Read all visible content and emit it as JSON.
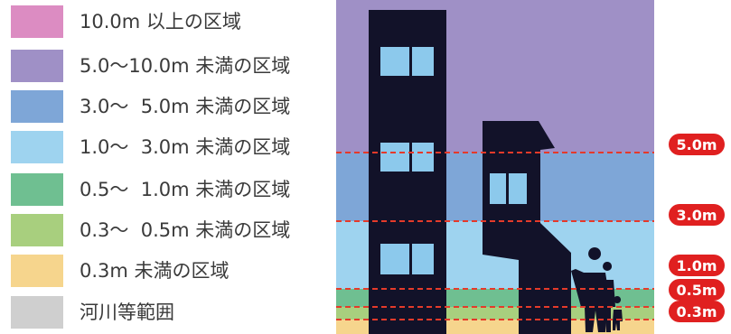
{
  "legend": [
    {
      "label": "10.0m 以上の区域",
      "color": "#dc8cc2"
    },
    {
      "label": "5.0～10.0m 未満の区域",
      "color": "#9f90c6"
    },
    {
      "label": "3.0～  5.0m 未満の区域",
      "color": "#7ea6d7"
    },
    {
      "label": "1.0～  3.0m 未満の区域",
      "color": "#9ed3ef"
    },
    {
      "label": "0.5～  1.0m 未満の区域",
      "color": "#6fbf91"
    },
    {
      "label": "0.3～  0.5m 未満の区域",
      "color": "#a8cf7e"
    },
    {
      "label": "0.3m 未満の区域",
      "color": "#f6d58d"
    },
    {
      "label": "河川等範囲",
      "color": "#cfcfcf"
    }
  ],
  "depth_markers": [
    {
      "label": "5.0m",
      "depth": 5.0
    },
    {
      "label": "3.0m",
      "depth": 3.0
    },
    {
      "label": "1.0m",
      "depth": 1.0
    },
    {
      "label": "0.5m",
      "depth": 0.5
    },
    {
      "label": "0.3m",
      "depth": 0.3
    }
  ],
  "colors": {
    "marker_badge": "#e02020",
    "marker_line": "#e53a2a",
    "silhouette": "#121229",
    "window": "#8cc9ec"
  }
}
